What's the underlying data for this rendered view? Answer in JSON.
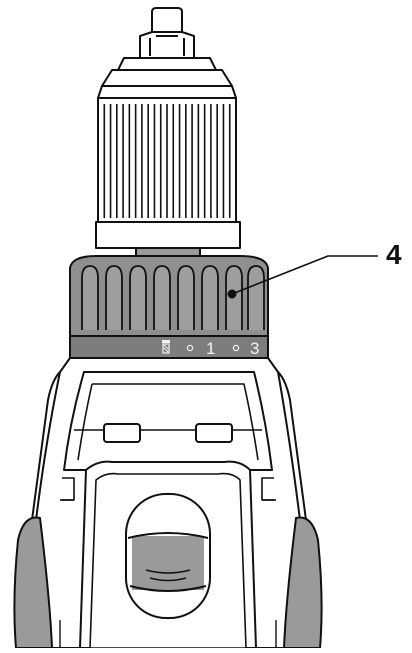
{
  "callout": {
    "number": "4"
  },
  "torque_ring": {
    "labels": [
      "1",
      "3"
    ],
    "drill_mode_symbol": "drill-bit-icon"
  },
  "colors": {
    "line": "#111111",
    "ring_fill": "#8f8f8f",
    "ring_band": "#7d7d7d",
    "body_fill": "#ffffff"
  }
}
